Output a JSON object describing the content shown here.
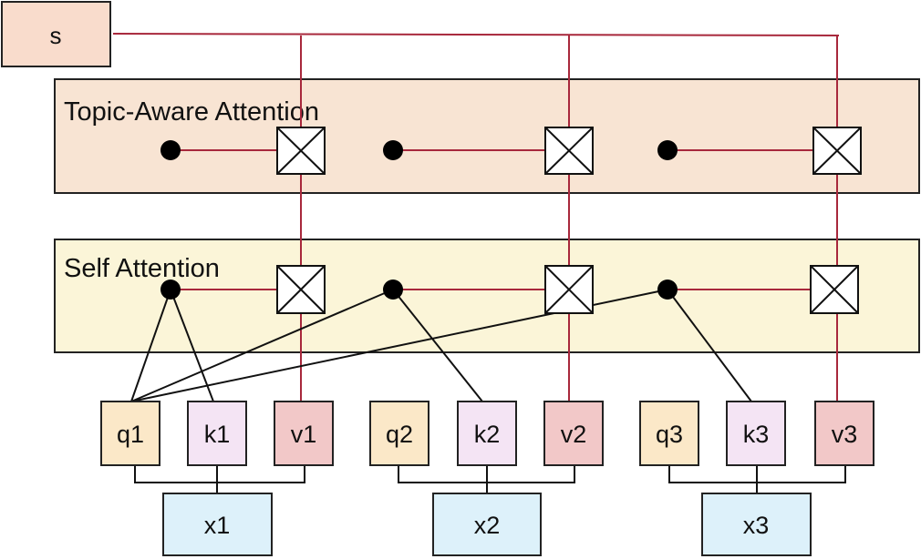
{
  "s_node": {
    "label": "s"
  },
  "layers": {
    "topic_aware": {
      "title": "Topic-Aware Attention"
    },
    "self": {
      "title": "Self Attention"
    }
  },
  "tokens": [
    {
      "q": "q1",
      "k": "k1",
      "v": "v1",
      "x": "x1"
    },
    {
      "q": "q2",
      "k": "k2",
      "v": "v2",
      "x": "x2"
    },
    {
      "q": "q3",
      "k": "k3",
      "v": "v3",
      "x": "x3"
    }
  ],
  "colors": {
    "s_fill": "#f9dccc",
    "topic_layer_fill": "#f8e4d3",
    "self_layer_fill": "#fbf5d8",
    "q_fill": "#fbe8c8",
    "k_fill": "#f4e4f4",
    "v_fill": "#f2c8c8",
    "x_fill": "#ddf1fa",
    "value_line": "#a8283c",
    "query_line": "#111111"
  }
}
